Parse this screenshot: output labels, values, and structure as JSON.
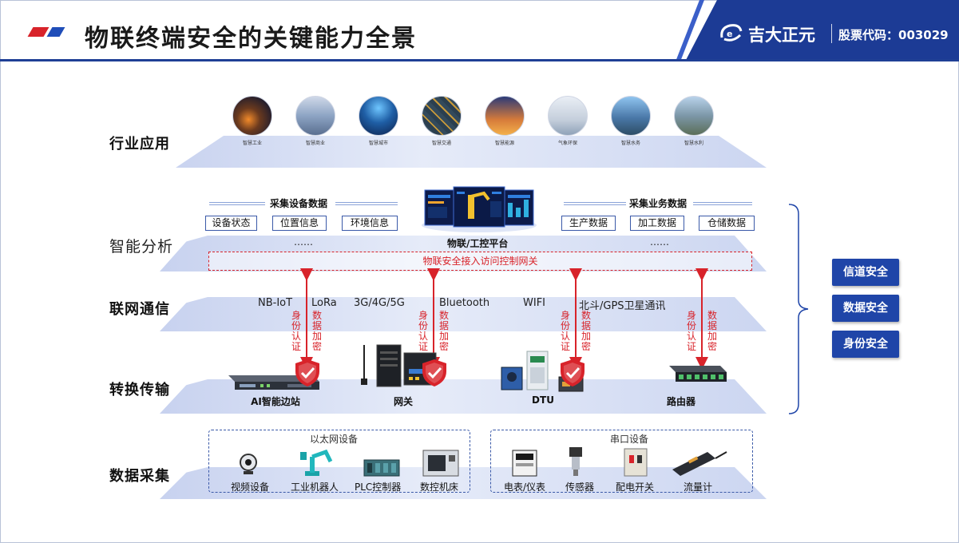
{
  "header": {
    "title": "物联终端安全的关键能力全景",
    "logo_text": "吉大正元",
    "stock_code": "股票代码：003029"
  },
  "layers": {
    "industry": "行业应用",
    "analysis": "智能分析",
    "network": "联网通信",
    "transmission": "转换传输",
    "collection": "数据采集"
  },
  "industry_apps": [
    {
      "label": "智慧工业"
    },
    {
      "label": "智慧商业"
    },
    {
      "label": "智慧城市"
    },
    {
      "label": "智慧交通"
    },
    {
      "label": "智慧能源"
    },
    {
      "label": "气象环保"
    },
    {
      "label": "智慧水务"
    },
    {
      "label": "智慧水利"
    }
  ],
  "analysis": {
    "left_title": "采集设备数据",
    "right_title": "采集业务数据",
    "left_items": [
      "设备状态",
      "位置信息",
      "环境信息"
    ],
    "right_items": [
      "生产数据",
      "加工数据",
      "仓储数据"
    ],
    "ellipsis_left": "……",
    "ellipsis_right": "……",
    "platform": "物联/工控平台",
    "acl": "物联安全接入访问控制网关"
  },
  "protocols": [
    "NB-IoT",
    "LoRa",
    "3G/4G/5G",
    "Bluetooth",
    "WIFI",
    "北斗/GPS卫星通讯"
  ],
  "security_links": [
    {
      "auth": "身份认证",
      "encrypt": "数据加密"
    },
    {
      "auth": "身份认证",
      "encrypt": "数据加密"
    },
    {
      "auth": "身份认证",
      "encrypt": "数据加密"
    },
    {
      "auth": "身份认证",
      "encrypt": "数据加密"
    }
  ],
  "devices": [
    "AI智能边站",
    "网关",
    "DTU",
    "路由器"
  ],
  "collection": {
    "ethernet_title": "以太网设备",
    "serial_title": "串口设备",
    "ethernet_items": [
      "视频设备",
      "工业机器人",
      "PLC控制器",
      "数控机床"
    ],
    "serial_items": [
      "电表/仪表",
      "传感器",
      "配电开关",
      "流量计"
    ]
  },
  "security_capabilities": [
    "信道安全",
    "数据安全",
    "身份安全"
  ],
  "colors": {
    "brand_blue": "#1c3b95",
    "accent_red": "#d8232a",
    "plate_blue": "#c9d3ee"
  }
}
